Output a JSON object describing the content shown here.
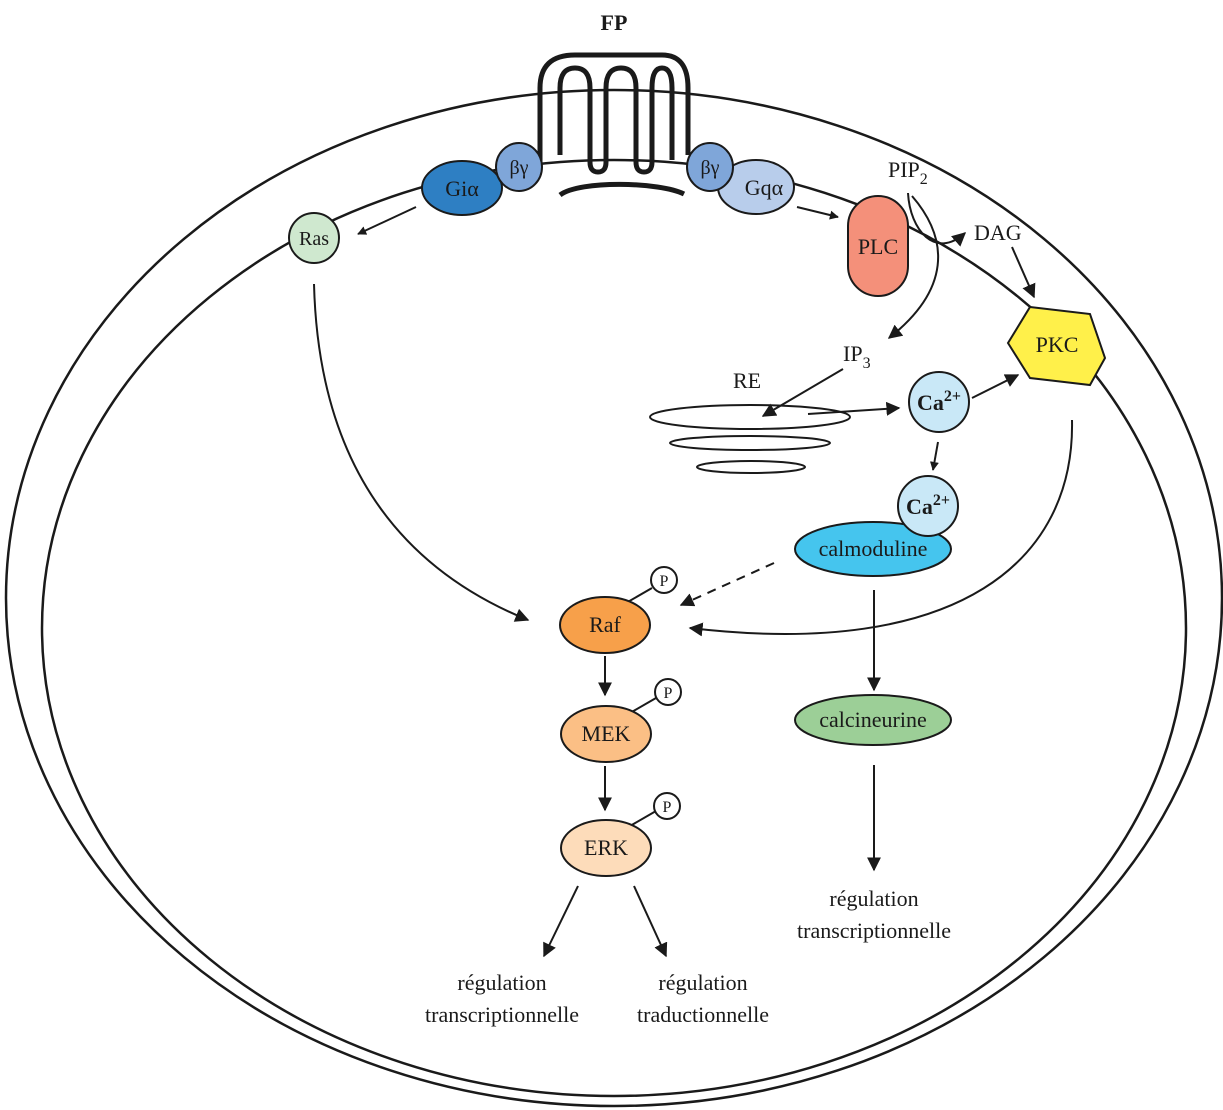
{
  "receptor": {
    "label": "FP"
  },
  "proteins": {
    "gi_alpha": {
      "label": "Giα",
      "color": "#2e7fc3"
    },
    "gi_betagamma": {
      "label": "βγ",
      "color": "#7fa6d9"
    },
    "gq_betagamma": {
      "label": "βγ",
      "color": "#7fa6d9"
    },
    "gq_alpha": {
      "label": "Gqα",
      "color": "#b8cdeb"
    },
    "ras": {
      "label": "Ras",
      "color": "#cfe8cf"
    },
    "plc": {
      "label": "PLC",
      "color": "#f4907a"
    },
    "pkc": {
      "label": "PKC",
      "color": "#fff04a"
    },
    "raf": {
      "label": "Raf",
      "color": "#f7a04a"
    },
    "mek": {
      "label": "MEK",
      "color": "#fbbf85"
    },
    "erk": {
      "label": "ERK",
      "color": "#fddcba"
    },
    "calmodulin": {
      "label": "calmoduline",
      "color": "#45c5ee"
    },
    "calcineurin": {
      "label": "calcineurine",
      "color": "#9ccf97"
    },
    "ca_upper": {
      "base": "Ca",
      "superscript": "2+",
      "color": "#c9e8f7"
    },
    "ca_lower": {
      "base": "Ca",
      "superscript": "2+",
      "color": "#c9e8f7"
    }
  },
  "phospho": {
    "raf": "P",
    "mek": "P",
    "erk": "P"
  },
  "messengers": {
    "pip2": {
      "base": "PIP",
      "subscript": "2"
    },
    "ip3": {
      "base": "IP",
      "subscript": "3"
    },
    "dag": "DAG",
    "er": "RE"
  },
  "outcomes": {
    "erk_transcription": {
      "line1": "régulation",
      "line2": "transcriptionnelle"
    },
    "erk_translation": {
      "line1": "régulation",
      "line2": "traductionnelle"
    },
    "calcineurin_transcription": {
      "line1": "régulation",
      "line2": "transcriptionnelle"
    }
  }
}
